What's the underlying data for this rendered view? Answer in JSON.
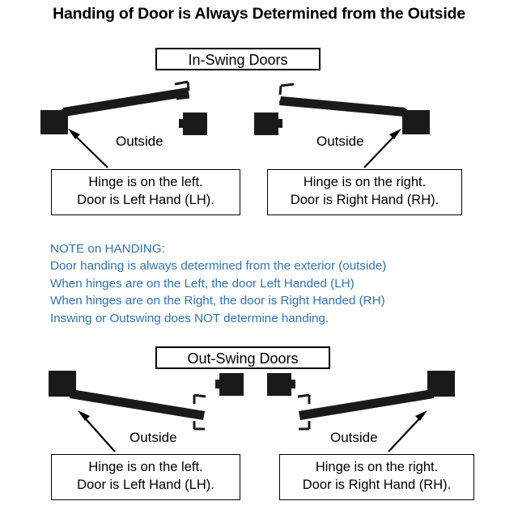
{
  "title": "Handing of Door is Always Determined from the Outside",
  "sections": [
    {
      "header": "In-Swing Doors",
      "doors": [
        {
          "side": "left",
          "outside_label": "Outside",
          "callout_line1": "Hinge is on the left.",
          "callout_line2": "Door is Left Hand (LH)."
        },
        {
          "side": "right",
          "outside_label": "Outside",
          "callout_line1": "Hinge is on the right.",
          "callout_line2": "Door is Right Hand (RH)."
        }
      ]
    },
    {
      "header": "Out-Swing Doors",
      "doors": [
        {
          "side": "left",
          "outside_label": "Outside",
          "callout_line1": "Hinge is on the left.",
          "callout_line2": "Door is Left Hand (LH)."
        },
        {
          "side": "right",
          "outside_label": "Outside",
          "callout_line1": "Hinge is on the right.",
          "callout_line2": "Door is Right Hand (RH)."
        }
      ]
    }
  ],
  "note": {
    "heading": "NOTE on HANDING:",
    "lines": [
      "Door handing is always determined from the exterior (outside)",
      "When hinges are on the Left, the door Left Handed (LH)",
      "When hinges are on the Right, the door is Right Handed (RH)",
      "Inswing or Outswing does NOT determine handing."
    ]
  },
  "colors": {
    "note_blue": "#2f72b8",
    "ink": "#1a1a1a",
    "background": "#ffffff"
  }
}
